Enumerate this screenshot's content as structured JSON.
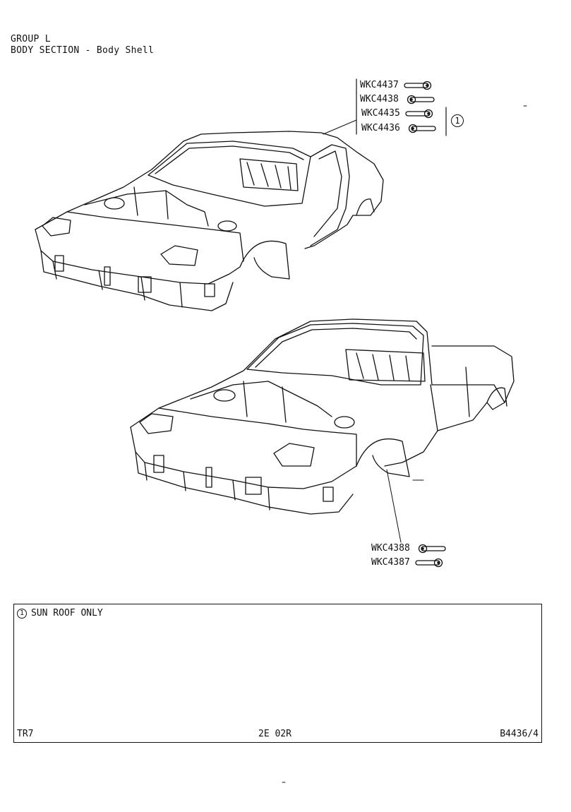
{
  "header": {
    "group": "GROUP L",
    "section": "BODY SECTION - Body Shell"
  },
  "parts_top": [
    {
      "number": "WKC4437",
      "icon": "strap-hinge-right-icon"
    },
    {
      "number": "WKC4438",
      "icon": "strap-hinge-left-icon"
    },
    {
      "number": "WKC4435",
      "icon": "strap-hinge-right-icon"
    },
    {
      "number": "WKC4436",
      "icon": "strap-hinge-left-icon"
    }
  ],
  "callout_marker": "1",
  "parts_bottom": [
    {
      "number": "WKC4388",
      "icon": "strap-hinge-left-icon"
    },
    {
      "number": "WKC4387",
      "icon": "strap-hinge-right-icon"
    }
  ],
  "notes_box": {
    "marker": "1",
    "note": "SUN ROOF ONLY",
    "footer_left": "TR7",
    "footer_center": "2E 02R",
    "footer_right": "B4436/4"
  }
}
